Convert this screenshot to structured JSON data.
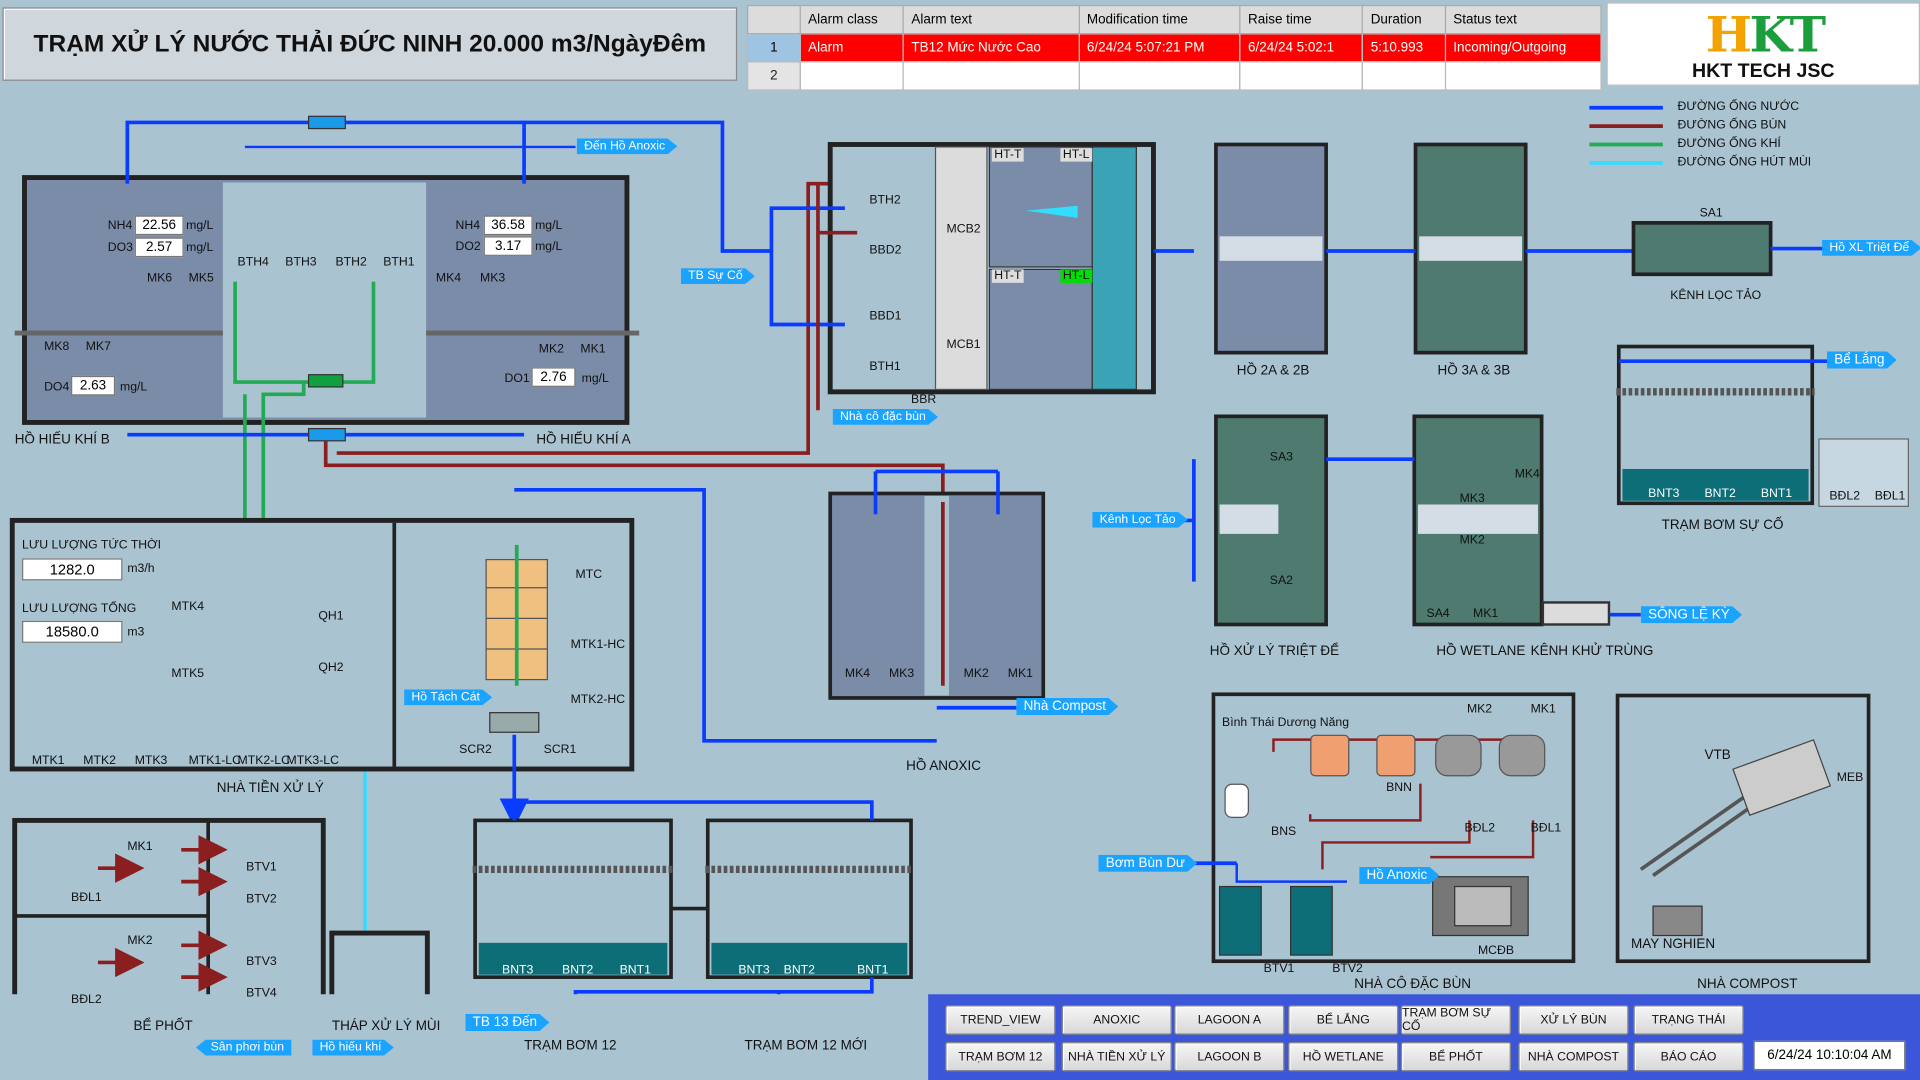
{
  "header": {
    "title": "TRẠM XỬ LÝ NƯỚC THẢI ĐỨC NINH 20.000 m3/NgàyĐêm"
  },
  "alarm": {
    "columns": [
      "Alarm class",
      "Alarm text",
      "Modification time",
      "Raise time",
      "Duration",
      "Status text"
    ],
    "rows": [
      {
        "num": "1",
        "class": "Alarm",
        "text": "TB12 Mức Nước Cao",
        "mod_time": "6/24/24 5:07:21 PM",
        "raise_time": "6/24/24 5:02:1",
        "duration": "5:10.993",
        "status": "Incoming/Outgoing"
      },
      {
        "num": "2",
        "class": "",
        "text": "",
        "mod_time": "",
        "raise_time": "",
        "duration": "",
        "status": ""
      }
    ]
  },
  "logo": {
    "letters": "HKT",
    "company": "HKT TECH JSC"
  },
  "legend": {
    "items": [
      {
        "label": "ĐƯỜNG ỐNG NƯỚC",
        "color": "#0a3cff"
      },
      {
        "label": "ĐƯỜNG ỐNG BÙN",
        "color": "#8b1e1e"
      },
      {
        "label": "ĐƯỜNG ỐNG KHÍ",
        "color": "#22aa55"
      },
      {
        "label": "ĐƯỜNG ỐNG HÚT MÙI",
        "color": "#33ddff"
      }
    ]
  },
  "colors": {
    "water": "#0a3cff",
    "sludge": "#8b1e1e",
    "air": "#22aa55",
    "odor": "#33ddff",
    "alarm_red": "#ff0000",
    "nav_blue": "#3b56d8",
    "tag_blue": "#1aa3ff"
  },
  "aerationB": {
    "name": "HỒ HIẾU KHÍ B",
    "nh4_label": "NH4",
    "nh4": "22.56",
    "do3_label": "DO3",
    "do3": "2.57",
    "do4_label": "DO4",
    "do4": "2.63",
    "unit": "mg/L",
    "mixers": [
      "MK8",
      "MK7",
      "MK6",
      "MK5"
    ]
  },
  "aerationA": {
    "name": "HỒ HIẾU KHÍ A",
    "nh4_label": "NH4",
    "nh4": "36.58",
    "do2_label": "DO2",
    "do2": "3.17",
    "do1_label": "DO1",
    "do1": "2.76",
    "unit": "mg/L",
    "mixers": [
      "MK4",
      "MK3",
      "MK2",
      "MK1"
    ]
  },
  "bth_pumps": [
    "BTH4",
    "BTH3",
    "BTH2",
    "BTH1"
  ],
  "tags": {
    "to_anoxic": "Đến Hồ Anoxic",
    "tb_su_co": "TB Sự Cố",
    "nha_co_dac_bun": "Nhà cô đặc bùn",
    "kenh_loc_tao": "Kênh Lọc Tảo",
    "ho_xl_triet_de": "Hồ XL Triệt Để",
    "be_lang": "Bể Lắng",
    "song_le_ky": "SÔNG LỆ KỲ",
    "ho_tach_cat": "Hồ Tách Cát",
    "nha_compost": "Nhà Compost",
    "bom_bun_du": "Bơm Bùn Dư",
    "ho_anoxic": "Hồ Anoxic",
    "tb13_den": "TB 13 Đến",
    "san_phoi_bun": "Sân phơi bùn",
    "ho_hieu_khi": "Hồ hiếu khí"
  },
  "settling": {
    "pumps": [
      "BTH2",
      "BBD2",
      "BBD1",
      "BTH1"
    ],
    "mcb": [
      "MCB2",
      "MCB1"
    ],
    "bbr": "BBR",
    "ht": [
      "HT-T",
      "HT-L",
      "HT-T",
      "HT-L"
    ]
  },
  "lagoons": {
    "ho2": "HỒ 2A & 2B",
    "ho3": "HỒ 3A & 3B",
    "sa1": "SA1",
    "kenh_loc_tao": "KÊNH LỌC TẢO"
  },
  "triet_de": {
    "name": "HỒ XỬ LÝ TRIỆT ĐỂ",
    "sa3": "SA3",
    "sa2": "SA2"
  },
  "wetland": {
    "name": "HỒ WETLANE",
    "kenh_khu_trung": "KÊNH KHỬ TRÙNG",
    "mixers": [
      "MK4",
      "MK3",
      "MK2",
      "MK1"
    ],
    "sa4": "SA4"
  },
  "tram_bom_su_co": {
    "name": "TRẠM BƠM SỰ CỐ",
    "pumps": [
      "BNT3",
      "BNT2",
      "BNT1"
    ],
    "bdl": [
      "BĐL2",
      "BĐL1"
    ]
  },
  "pretreat": {
    "name": "NHÀ TIỀN XỬ LÝ",
    "flow_label": "LƯU LƯỢNG TỨC THỜI",
    "flow": "1282.0",
    "flow_unit": "m3/h",
    "total_label": "LƯU LƯỢNG TỔNG",
    "total": "18580.0",
    "total_unit": "m3",
    "blowers": [
      "MTK1",
      "MTK2",
      "MTK3",
      "MTK1-LC",
      "MTK2-LC",
      "MTK3-LC"
    ],
    "mtk45": [
      "MTK4",
      "MTK5"
    ],
    "qh": [
      "QH1",
      "QH2"
    ],
    "mtc": "MTC",
    "mtk_hc": [
      "MTK1-HC",
      "MTK2-HC"
    ],
    "scr": [
      "SCR2",
      "SCR1"
    ]
  },
  "anoxic": {
    "name": "HỒ ANOXIC",
    "mixers": [
      "MK4",
      "MK3",
      "MK2",
      "MK1"
    ]
  },
  "be_phot": {
    "name": "BỂ PHỐT",
    "bdl": [
      "BĐL1",
      "BĐL2"
    ],
    "mk": [
      "MK1",
      "MK2"
    ],
    "btv": [
      "BTV1",
      "BTV2",
      "BTV3",
      "BTV4"
    ]
  },
  "thap": {
    "name": "THÁP XỬ LÝ MÙI"
  },
  "tram12": {
    "name": "TRẠM BƠM 12",
    "pumps": [
      "BNT3",
      "BNT2",
      "BNT1"
    ]
  },
  "tram12moi": {
    "name": "TRẠM BƠM 12 MỚI",
    "pumps": [
      "BNT3",
      "BNT2",
      "BNT1"
    ]
  },
  "sludge_house": {
    "name": "NHÀ CÔ ĐẶC BÙN",
    "solar": "Bình Thái Dương Năng",
    "bnn": "BNN",
    "bns": "BNS",
    "mk": [
      "MK2",
      "MK1"
    ],
    "bdl": [
      "BĐL2",
      "BĐL1"
    ],
    "btv": [
      "BTV1",
      "BTV2"
    ],
    "mcdb": "MCĐB"
  },
  "compost": {
    "name": "NHÀ COMPOST",
    "vtb": "VTB",
    "meb": "MEB",
    "may_nghien": "MAY NGHIEN"
  },
  "nav": {
    "row1": [
      "TREND_VIEW",
      "ANOXIC",
      "LAGOON A",
      "BỂ LẮNG",
      "TRẠM BƠM SỰ CỐ",
      "XỬ LÝ BÙN",
      "TRẠNG THÁI"
    ],
    "row2": [
      "TRẠM BƠM 12",
      "NHÀ TIỀN XỬ LÝ",
      "LAGOON B",
      "HỒ WETLANE",
      "BỂ PHỐT",
      "NHÀ COMPOST",
      "BÁO CÁO"
    ],
    "datetime": "6/24/24 10:10:04 AM"
  }
}
